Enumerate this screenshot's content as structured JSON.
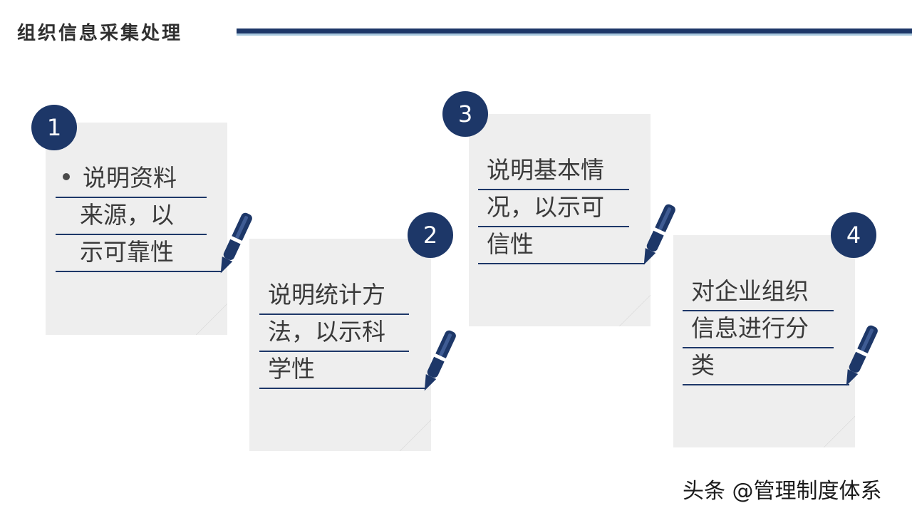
{
  "header": {
    "title": "组织信息采集处理"
  },
  "cards": [
    {
      "number": "1",
      "lines": [
        "说明资料",
        "来源，以",
        "示可靠性"
      ]
    },
    {
      "number": "2",
      "lines": [
        "说明统计方",
        "法，以示科",
        "学性"
      ]
    },
    {
      "number": "3",
      "lines": [
        "说明基本情",
        "况，以示可",
        "信性"
      ]
    },
    {
      "number": "4",
      "lines": [
        "对企业组织",
        "信息进行分",
        "类"
      ]
    }
  ],
  "watermark": "头条 @管理制度体系",
  "colors": {
    "accent": "#1d3768",
    "card": "#eeeeee"
  },
  "icons": {
    "pen": "pen-icon"
  }
}
